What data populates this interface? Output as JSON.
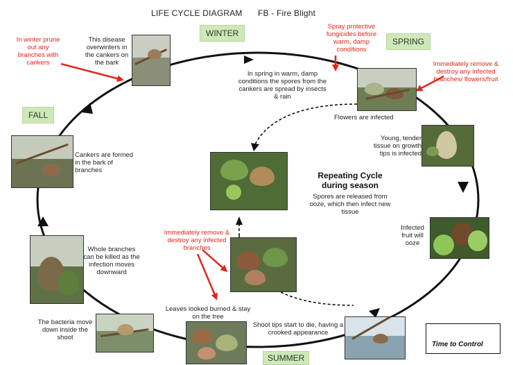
{
  "title": {
    "left": "LIFE CYCLE DIAGRAM",
    "right": "FB - Fire Blight"
  },
  "seasons": {
    "winter": "WINTER",
    "spring": "SPRING",
    "summer": "SUMMER",
    "fall": "FALL"
  },
  "stages": {
    "overwinter": "This disease overwinters in the cankers on the bark",
    "spring_spread": "In spring in warm, damp conditions the spores from the cankers are spread by insects & rain",
    "flowers": "Flowers are infected",
    "young_tissue": "Young, tender tissue on growth tips is infected",
    "fruit_ooze": "Infected fruit will ooze",
    "shoot_tips": "Shoot tips start to die, having a crooked appearance",
    "leaves_burned": "Leaves looked burned & stay on the tree",
    "bacteria_move": "The bacteria move down inside the shoot",
    "whole_branches": "Whole branches can be killed as the infection moves downward",
    "cankers_formed": "Cankers are formed in the bark of branches"
  },
  "controls": {
    "winter_prune": "In winter prune out any branches with cankers",
    "spray": "Spray protective fungicides before warm, damp conditions",
    "remove_spring": "Immediately remove & destroy any infected branches/ flowers/fruit",
    "remove_summer": "Immediately remove & destroy any infected branches"
  },
  "center": {
    "title": "Repeating Cycle during season",
    "body": "Spores are released from ooze, which then infect new tissue"
  },
  "legend": {
    "label": "Time to Control",
    "color": "#e0261c"
  },
  "colors": {
    "control_text": "#e0261c",
    "season_bg": "#cfe8b8",
    "cycle": "#111111"
  }
}
